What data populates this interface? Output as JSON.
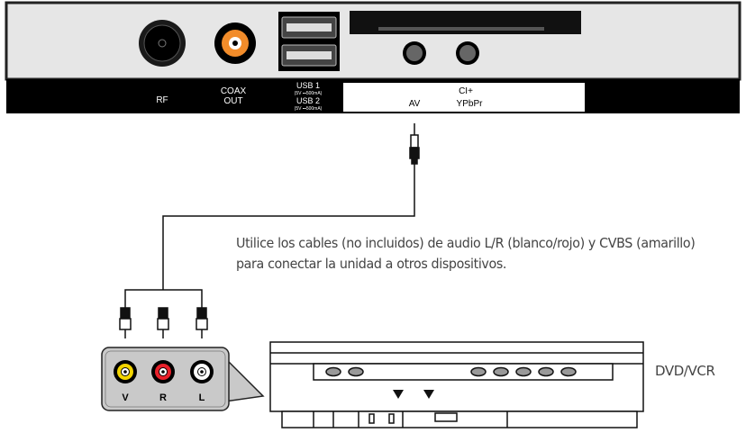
{
  "tv_panel": {
    "labels": {
      "rf": "RF",
      "coax_line1": "COAX",
      "coax_line2": "OUT",
      "usb1": "USB 1",
      "usb1_spec": "(5V ⎓500mA)",
      "usb2": "USB 2",
      "usb2_spec": "(5V ⎓500mA)",
      "ci": "CI+",
      "av": "AV",
      "ypbpr": "YPbPr"
    }
  },
  "instruction": "Utilice los cables (no incluidos) de audio L/R (blanco/rojo) y CVBS (amarillo) para conectar la unidad a otros dispositivos.",
  "source_device": {
    "name": "DVD/VCR",
    "jacks": [
      {
        "label": "V",
        "color": "#f2d400"
      },
      {
        "label": "R",
        "color": "#e8202a"
      },
      {
        "label": "L",
        "color": "#ffffff"
      }
    ]
  }
}
